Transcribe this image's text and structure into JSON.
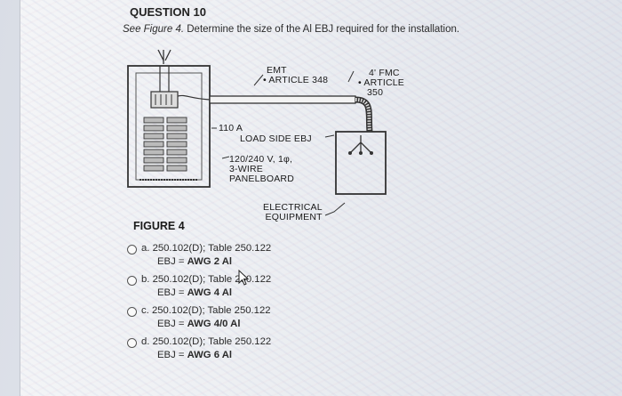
{
  "question": {
    "title": "QUESTION 10",
    "prompt_ref": "See Figure 4.",
    "prompt_text": " Determine the size of the Al EBJ required for the installation."
  },
  "figure": {
    "label": "FIGURE 4",
    "annotations": {
      "emt_line1": "EMT",
      "emt_line2": "• ARTICLE 348",
      "fmc_line1": "4' FMC",
      "fmc_line2": "• ARTICLE",
      "fmc_line3": "350",
      "amp": "110 A",
      "load_side": "LOAD SIDE EBJ",
      "panel_line1": "120/240 V, 1φ,",
      "panel_line2": "3-WIRE",
      "panel_line3": "PANELBOARD",
      "equip_line1": "ELECTRICAL",
      "equip_line2": "EQUIPMENT"
    }
  },
  "options": [
    {
      "letter": "a.",
      "ref": "250.102(D); Table 250.122",
      "ebj_prefix": "EBJ =",
      "ebj_value": "AWG 2 Al"
    },
    {
      "letter": "b.",
      "ref": "250.102(D); Table 250.122",
      "ebj_prefix": "EBJ =",
      "ebj_value": "AWG 4 Al"
    },
    {
      "letter": "c.",
      "ref": "250.102(D); Table 250.122",
      "ebj_prefix": "EBJ =",
      "ebj_value": "AWG 4/0 Al"
    },
    {
      "letter": "d.",
      "ref": "250.102(D); Table 250.122",
      "ebj_prefix": "EBJ =",
      "ebj_value": "AWG 6 Al"
    }
  ]
}
